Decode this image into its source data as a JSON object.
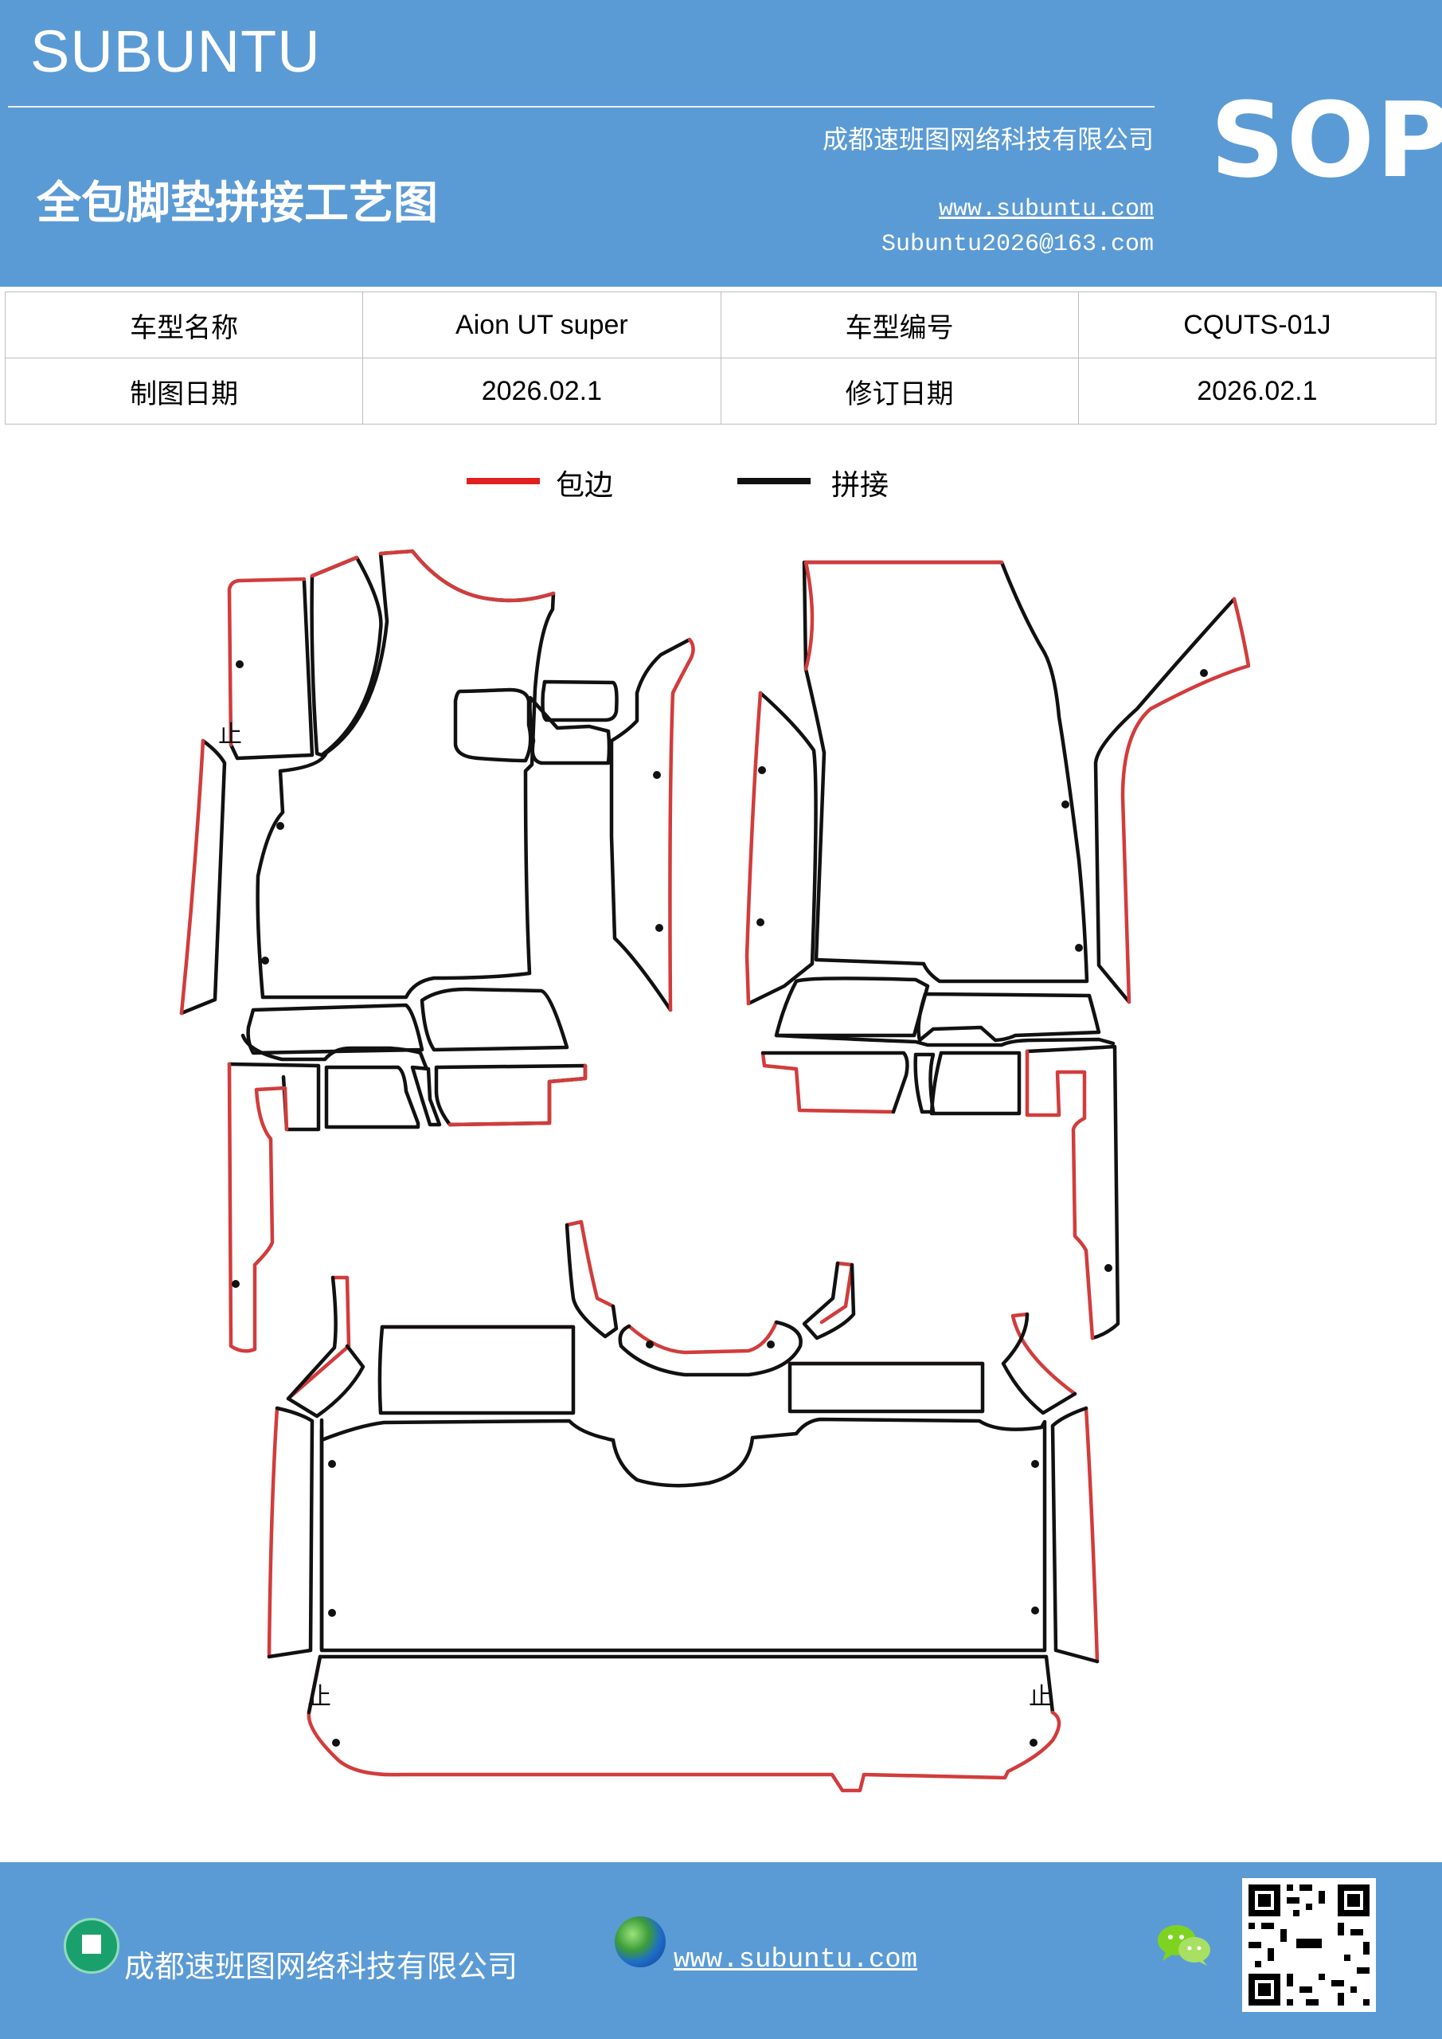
{
  "header": {
    "brand": "SUBUNTU",
    "company": "成都速班图网络科技有限公司",
    "title": "全包脚垫拼接工艺图",
    "website": "www.subuntu.com",
    "email": "Subuntu2026@163.com",
    "tag": "SOP"
  },
  "info_table": {
    "row1": {
      "label1": "车型名称",
      "value1": "Aion  UT  super",
      "label2": "车型编号",
      "value2": "CQUTS-01J"
    },
    "row2": {
      "label1": "制图日期",
      "value1": "2026.02.1",
      "label2": "修订日期",
      "value2": "2026.02.1"
    }
  },
  "legend": {
    "items": [
      {
        "label": "包边",
        "color": "#e02020"
      },
      {
        "label": "拼接",
        "color": "#111111"
      }
    ]
  },
  "drawing": {
    "marks": [
      "止",
      "止",
      "止"
    ],
    "edge_color": "#d23c3c",
    "seam_color": "#111111"
  },
  "footer": {
    "company": "成都速班图网络科技有限公司",
    "website": "www.subuntu.com",
    "icons": [
      "company-icon",
      "globe-icon",
      "wechat-icon",
      "qr-code"
    ]
  },
  "colors": {
    "brand_blue": "#5b9bd5"
  }
}
